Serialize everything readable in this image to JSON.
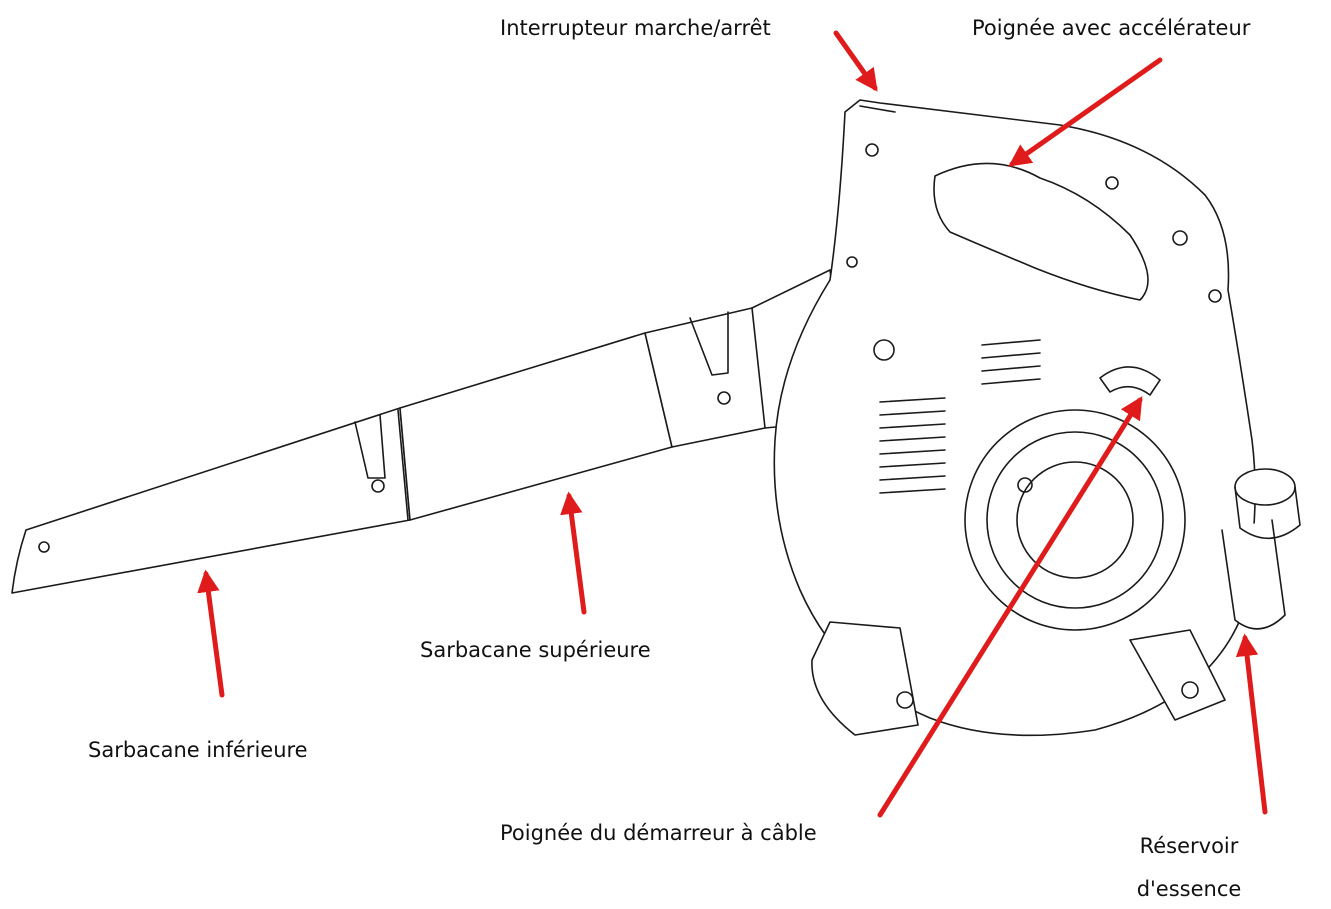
{
  "labels": {
    "switch": "Interrupteur marche/arrêt",
    "handle": "Poignée avec accélérateur",
    "upper_tube": "Sarbacane supérieure",
    "lower_tube": "Sarbacane inférieure",
    "starter": "Poignée du démarreur à câble",
    "tank_line1": "Réservoir",
    "tank_line2": "d'essence"
  },
  "colors": {
    "arrow": "#e01b1b",
    "outline": "#1a1a1a",
    "label": "#111111",
    "background": "#ffffff"
  }
}
